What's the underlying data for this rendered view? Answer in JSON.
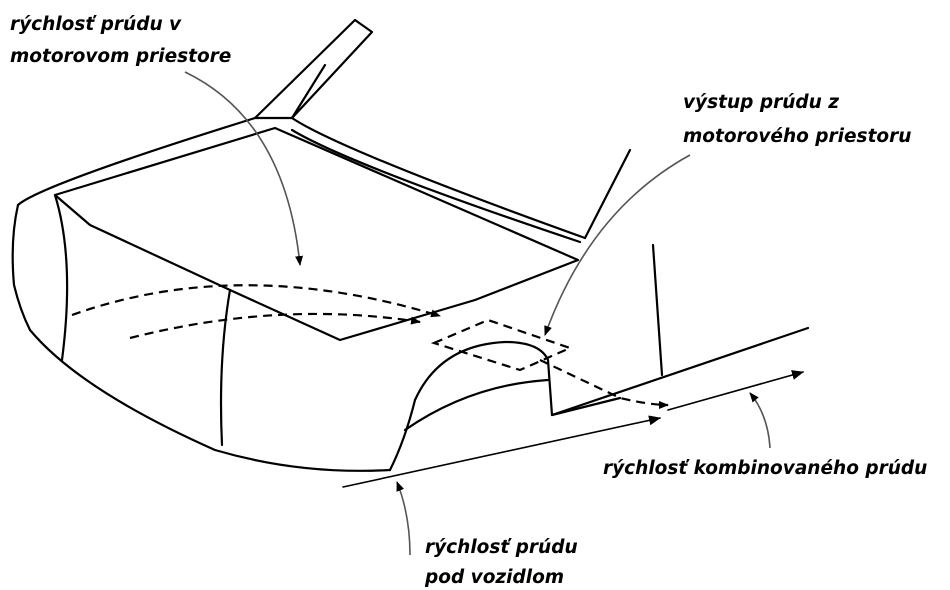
{
  "labels": {
    "engine_flow": [
      "rýchlosť prúdu v",
      "motorovom priestore"
    ],
    "engine_exit": [
      "výstup prúdu z",
      "motorového priestoru"
    ],
    "combined_flow": [
      "rýchlosť kombinovaného prúdu"
    ],
    "underbody_flow": [
      "rýchlosť prúdu",
      "pod vozidlom"
    ]
  },
  "colors": {
    "ink": "#000000",
    "leader": "#555555",
    "background": "#ffffff"
  }
}
